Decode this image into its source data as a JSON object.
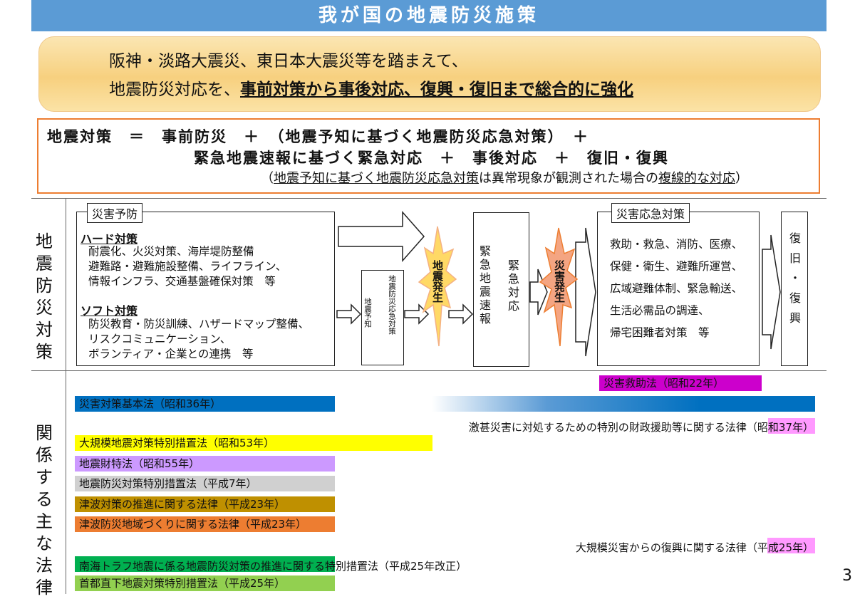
{
  "title": "我が国の地震防災施策",
  "intro": {
    "line1": "阪神・淡路大震災、東日本大震災等を踏まえて、",
    "line2_prefix": "地震防災対応を、",
    "line2_emphasis": "事前対策から事後対応、復興・復旧まで総合的に強化"
  },
  "formula": {
    "line1": "地震対策　＝　事前防災　＋　（地震予知に基づく地震防災応急対策）　＋",
    "line2": "緊急地震速報に基づく緊急対応　＋　事後対応　＋　復旧・復興",
    "note_prefix": "（",
    "note_u1": "地震予知に基づく地震防災応急対策",
    "note_mid": "は異常現象が観測された場合の",
    "note_u2": "複線的な対応",
    "note_suffix": "）"
  },
  "side_labels": {
    "top": "地震防災対策",
    "bottom": "関係する主な法律"
  },
  "flow": {
    "prevention": {
      "tab": "災害予防",
      "hard_title": "ハード対策",
      "hard_lines": [
        "耐震化、火災対策、海岸堤防整備",
        "避難路・避難施設整備、ライフライン、",
        "情報インフラ、交通基盤確保対策　等"
      ],
      "soft_title": "ソフト対策",
      "soft_lines": [
        "防災教育・防災訓練、ハザードマップ整備、",
        "リスクコミュニケーション、",
        "ボランティア・企業との連携　等"
      ]
    },
    "prediction": {
      "left": "地震予知",
      "right": "地震防災応急対策"
    },
    "earthquake_burst": "地震発生",
    "eew": {
      "left": "緊急地震速報",
      "right": "緊急対応"
    },
    "disaster_burst": "災害発生",
    "emergency": {
      "tab": "災害応急対策",
      "lines": [
        "救助・救急、消防、医療、",
        "保健・衛生、避難所運営、",
        "広域避難体制、緊急輸送、",
        "生活必需品の調達、",
        "帰宅困難者対策　等"
      ]
    },
    "recovery": "復旧・復興"
  },
  "laws": [
    {
      "name": "災害救助法（昭和22年）",
      "color": "#cc00cc"
    },
    {
      "name": "災害対策基本法（昭和36年）",
      "color": "#0070c0"
    },
    {
      "name": "激甚災害に対処するための特別の財政援助等に関する法律（昭和37年）",
      "color": "#ff99ff"
    },
    {
      "name": "大規模地震対策特別措置法（昭和53年）",
      "color": "#ffff00"
    },
    {
      "name": "地震財特法（昭和55年）",
      "color": "#cc99ff"
    },
    {
      "name": "地震防災対策特別措置法（平成7年）",
      "color": "#d0d0d0"
    },
    {
      "name": "津波対策の推進に関する法律（平成23年）",
      "color": "#bf9000"
    },
    {
      "name": "津波防災地域づくりに関する法律（平成23年）",
      "color": "#ed7d31"
    },
    {
      "name": "大規模災害からの復興に関する法律（平成25年）",
      "color": "#ff99ff"
    },
    {
      "name": "南海トラフ地震に係る地震防災対策の推進に関する特別措置法（平成25年改正）",
      "color": "#00b050"
    },
    {
      "name": "首都直下地震対策特別措置法（平成25年）",
      "color": "#92d050"
    }
  ],
  "page_number": "3"
}
